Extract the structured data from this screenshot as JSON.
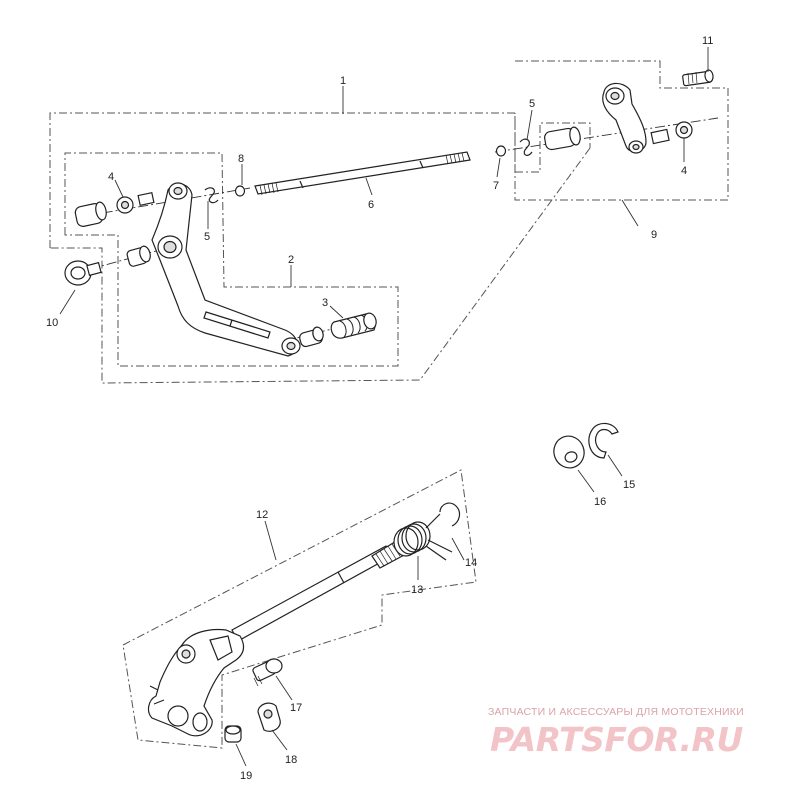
{
  "callouts": {
    "c1": "1",
    "c2": "2",
    "c3": "3",
    "c4a": "4",
    "c4b": "4",
    "c5a": "5",
    "c5b": "5",
    "c6": "6",
    "c7": "7",
    "c8": "8",
    "c9": "9",
    "c10": "10",
    "c11": "11",
    "c12": "12",
    "c13": "13",
    "c14": "14",
    "c15": "15",
    "c16": "16",
    "c17": "17",
    "c18": "18",
    "c19": "19"
  },
  "watermark": {
    "tagline": "ЗАПЧАСТИ И АКСЕССУАРЫ ДЛЯ МОТОТЕХНИКИ",
    "brand": "PARTSFOR.RU"
  },
  "colors": {
    "line": "#222222",
    "watermark": "#f2c4c8",
    "background": "#ffffff"
  }
}
